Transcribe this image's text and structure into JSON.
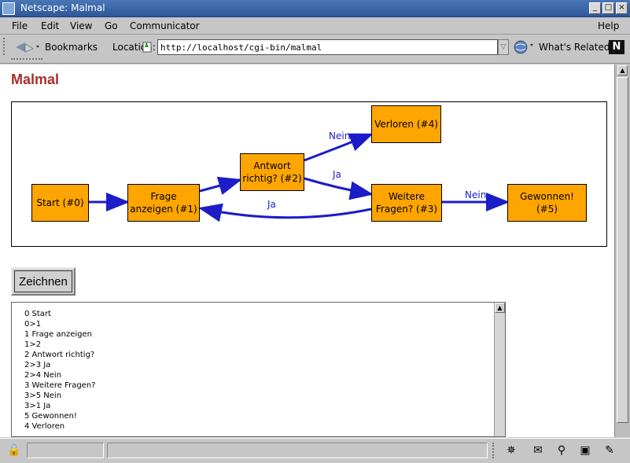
{
  "window": {
    "title": "Netscape: Malmal"
  },
  "menu": [
    "File",
    "Edit",
    "View",
    "Go",
    "Communicator",
    "Help"
  ],
  "toolbar": {
    "bookmarks_label": "Bookmarks",
    "location_label": "Location:",
    "location_value": "http://localhost/cgi-bin/malmal",
    "whats_related_label": "What's Related",
    "netscape_logo": "N"
  },
  "page": {
    "heading": "Malmal",
    "graph": {
      "nodes": [
        {
          "id": 0,
          "label": "Start (#0)"
        },
        {
          "id": 1,
          "label": "Frage anzeigen (#1)"
        },
        {
          "id": 2,
          "label": "Antwort richtig? (#2)"
        },
        {
          "id": 3,
          "label": "Weitere Fragen? (#3)"
        },
        {
          "id": 4,
          "label": "Verloren (#4)"
        },
        {
          "id": 5,
          "label": "Gewonnen! (#5)"
        }
      ],
      "edges": [
        {
          "from": 0,
          "to": 1,
          "label": ""
        },
        {
          "from": 1,
          "to": 2,
          "label": ""
        },
        {
          "from": 2,
          "to": 3,
          "label": "Ja"
        },
        {
          "from": 2,
          "to": 4,
          "label": "Nein"
        },
        {
          "from": 3,
          "to": 5,
          "label": "Nein"
        },
        {
          "from": 3,
          "to": 1,
          "label": "Ja"
        }
      ],
      "node_color": "#ffa500",
      "edge_color": "#1c1cc8"
    },
    "draw_button_label": "Zeichnen",
    "textarea_value": "0 Start\n0>1\n1 Frage anzeigen\n1>2\n2 Antwort richtig?\n2>3 Ja\n2>4 Nein\n3 Weitere Fragen?\n3>5 Nein\n3>1 Ja\n5 Gewonnen!\n4 Verloren"
  },
  "colors": {
    "heading": "#a72f2b",
    "titlebar": "#3a65a8"
  }
}
